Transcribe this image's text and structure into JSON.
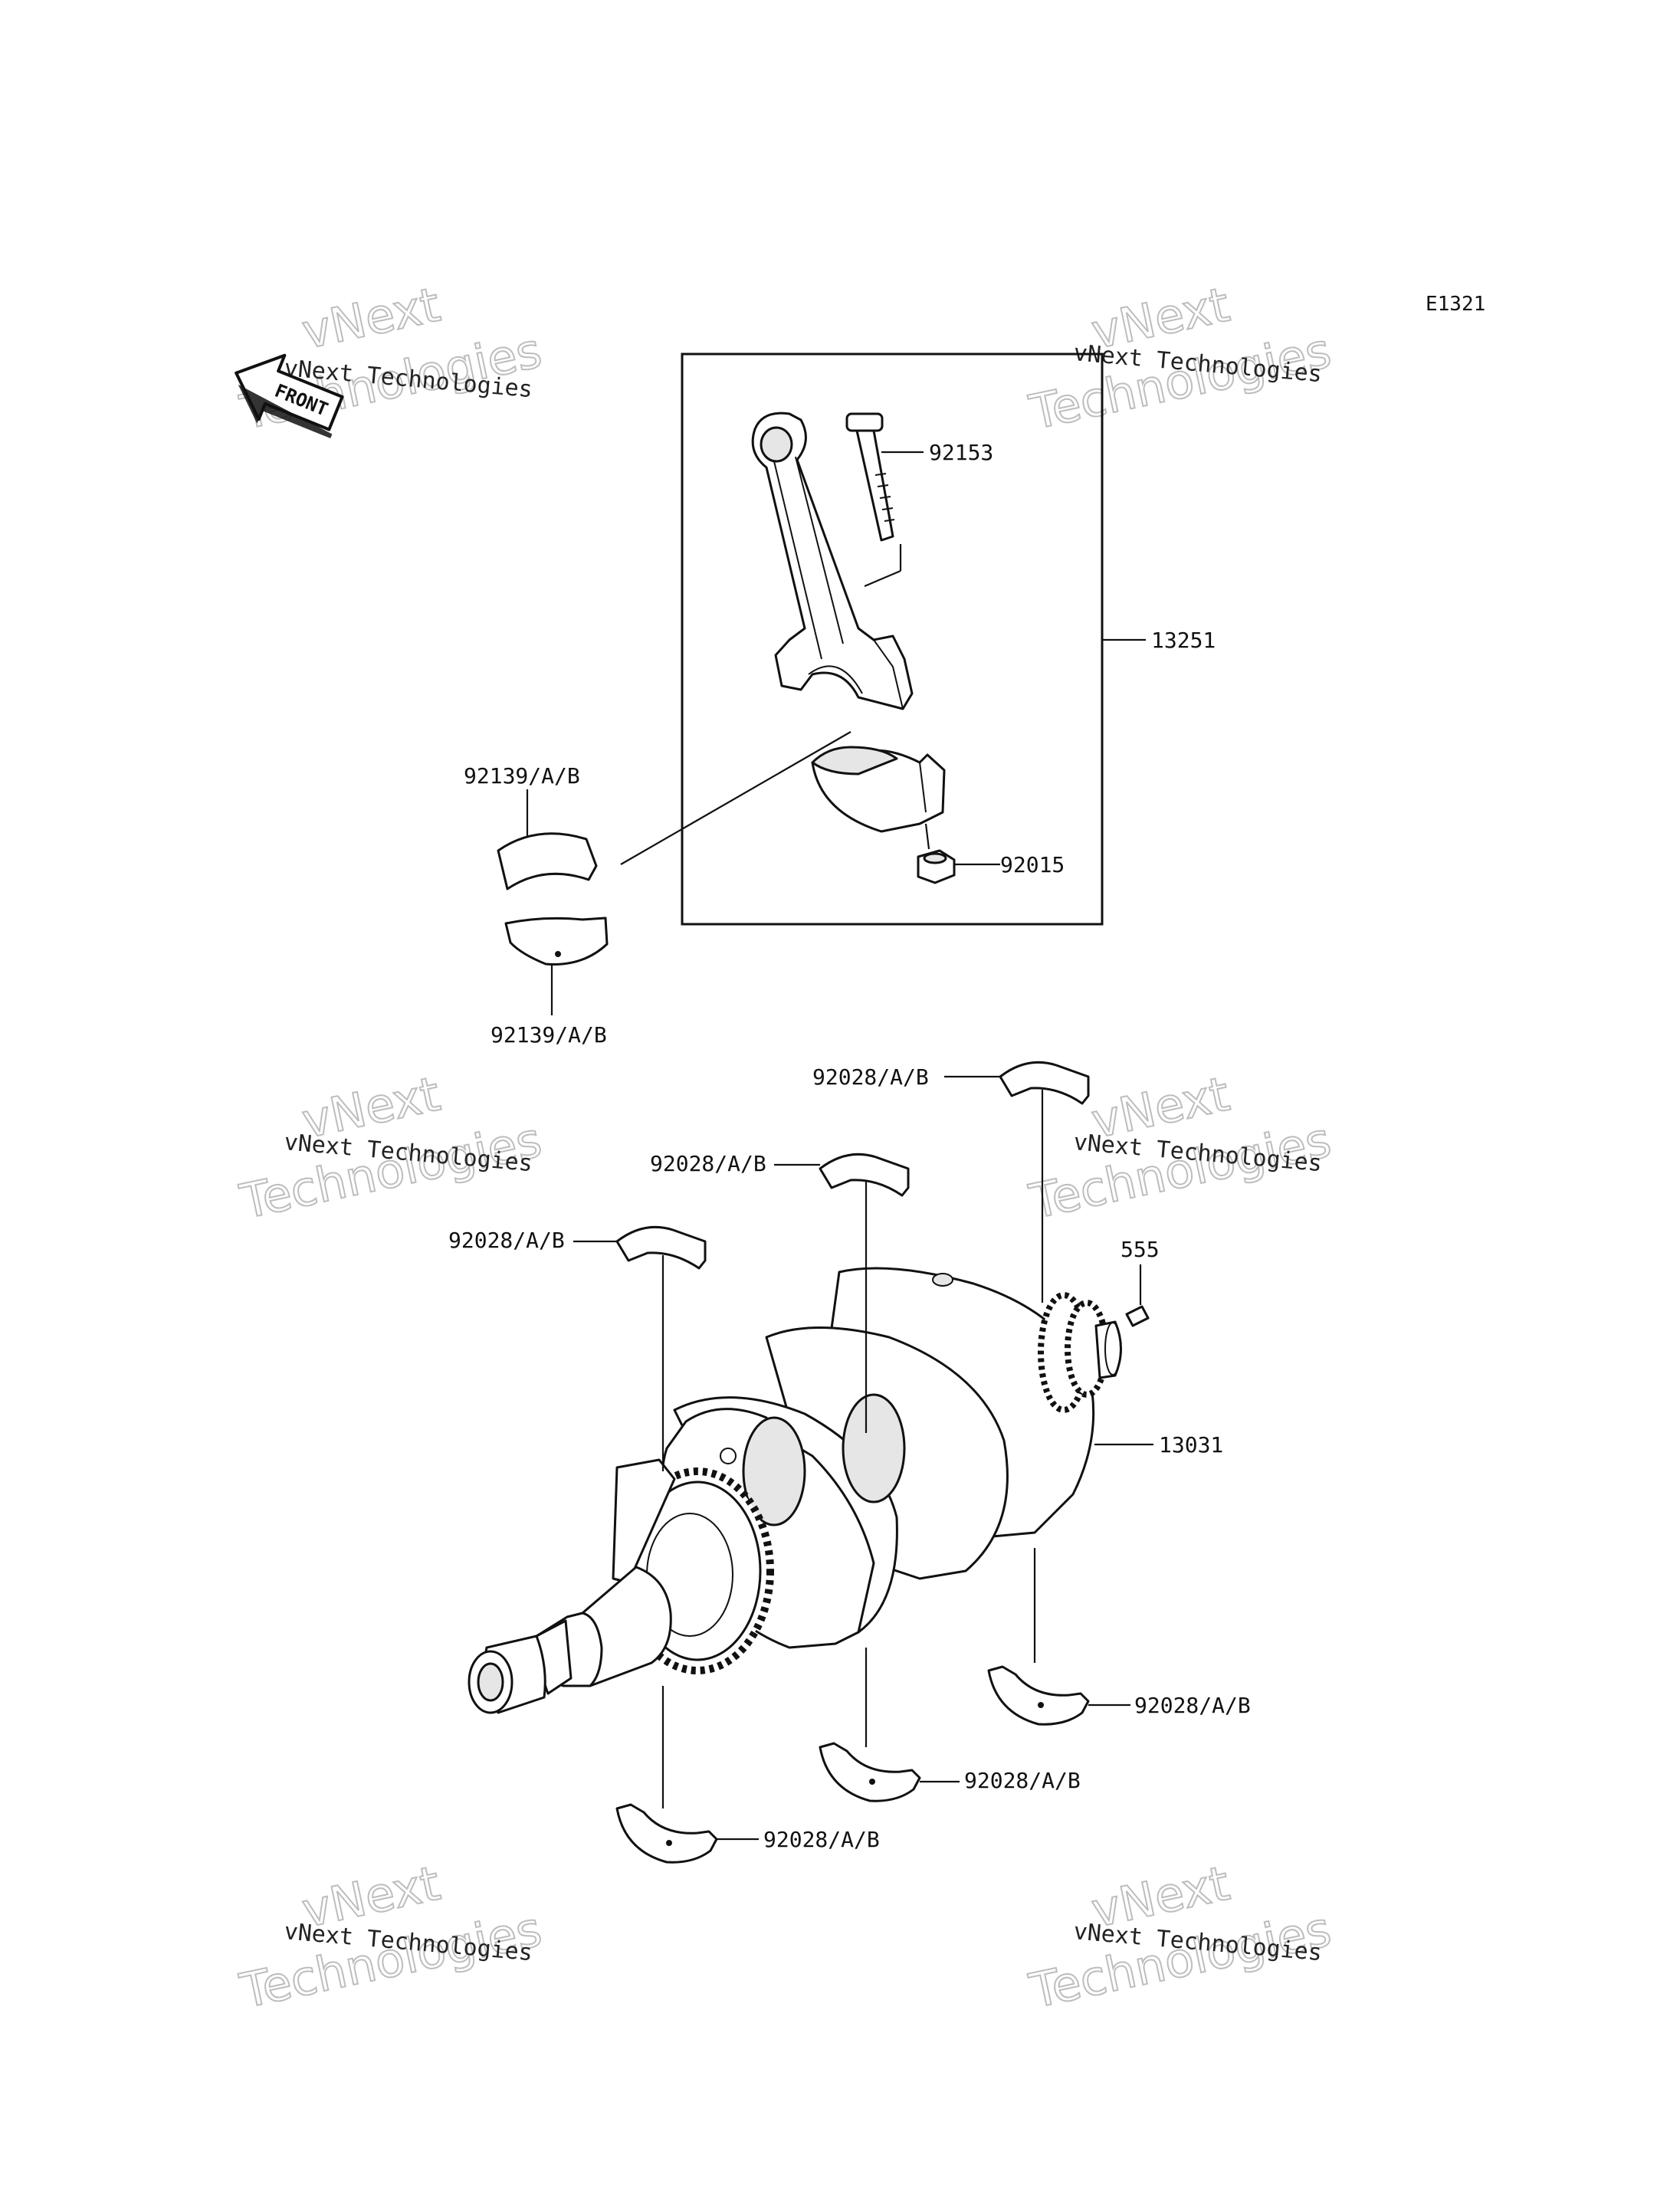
{
  "diagram_code": "E1321",
  "front_marker": "FRONT",
  "watermark": {
    "line1": "vNext",
    "line2": "Technologies",
    "caption": "vNext Technologies"
  },
  "callouts": {
    "connecting_rod_assy": "13251",
    "rod_bolt": "92153",
    "rod_nut": "92015",
    "rod_bearing_upper": "92139/A/B",
    "rod_bearing_lower": "92139/A/B",
    "crankshaft": "13031",
    "pin": "555",
    "main_bearing_1": "92028/A/B",
    "main_bearing_2": "92028/A/B",
    "main_bearing_3": "92028/A/B",
    "main_bearing_4": "92028/A/B",
    "main_bearing_5": "92028/A/B",
    "main_bearing_6": "92028/A/B"
  }
}
